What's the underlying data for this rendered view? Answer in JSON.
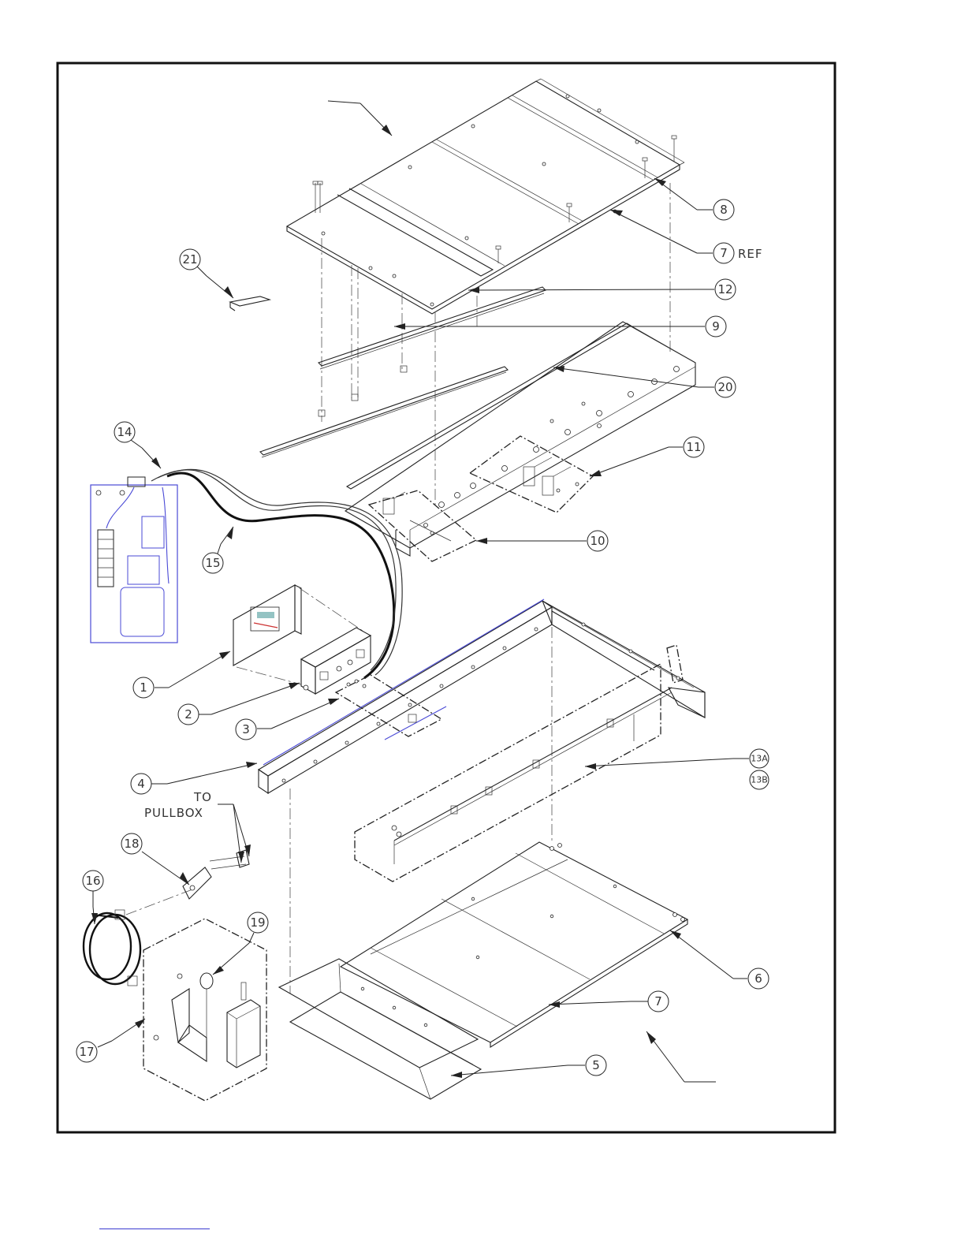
{
  "callouts": [
    {
      "id": "1",
      "label": "1"
    },
    {
      "id": "2",
      "label": "2"
    },
    {
      "id": "3",
      "label": "3"
    },
    {
      "id": "4",
      "label": "4"
    },
    {
      "id": "5",
      "label": "5"
    },
    {
      "id": "6",
      "label": "6"
    },
    {
      "id": "7",
      "label": "7"
    },
    {
      "id": "7ref",
      "label": "7",
      "suffix": "REF"
    },
    {
      "id": "8",
      "label": "8"
    },
    {
      "id": "9",
      "label": "9"
    },
    {
      "id": "10",
      "label": "10"
    },
    {
      "id": "11",
      "label": "11"
    },
    {
      "id": "12",
      "label": "12"
    },
    {
      "id": "13a",
      "label": "13A"
    },
    {
      "id": "13b",
      "label": "13B"
    },
    {
      "id": "14",
      "label": "14"
    },
    {
      "id": "15",
      "label": "15"
    },
    {
      "id": "16",
      "label": "16"
    },
    {
      "id": "17",
      "label": "17"
    },
    {
      "id": "18",
      "label": "18"
    },
    {
      "id": "19",
      "label": "19"
    },
    {
      "id": "20",
      "label": "20"
    },
    {
      "id": "21",
      "label": "21"
    }
  ],
  "notes": {
    "to_pullbox_line1": "TO",
    "to_pullbox_line2": "PULLBOX"
  },
  "colors": {
    "line": "#222222",
    "wiring_blue": "#4a4ad6",
    "footer_link": "#3a3ad0"
  }
}
